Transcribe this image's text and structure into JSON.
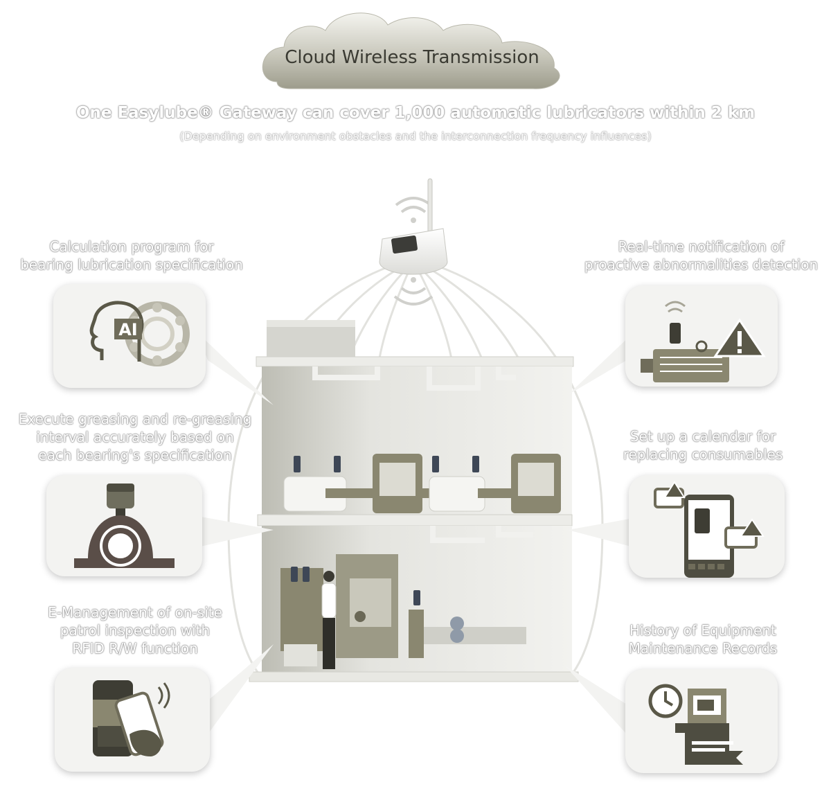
{
  "header": {
    "cloud_title": "Cloud Wireless Transmission",
    "subtitle": "One Easylube® Gateway can cover 1,000 automatic lubricators within 2 km",
    "note": "(Depending on environment obstacles and the interconnection frequency influences)"
  },
  "gateway": {
    "brand": "Easylube",
    "icon": "wifi-router-icon"
  },
  "features": {
    "left": [
      {
        "lines": [
          "Calculation program for",
          "bearing lubrication specification"
        ],
        "icon": "ai-bearing-icon"
      },
      {
        "lines": [
          "Execute greasing and re-greasing",
          "interval accurately based on",
          "each bearing's specification"
        ],
        "icon": "bearing-housing-icon"
      },
      {
        "lines": [
          "E-Management of on-site",
          "patrol inspection with",
          "RFID R/W function"
        ],
        "icon": "rfid-phone-icon"
      }
    ],
    "right": [
      {
        "lines": [
          "Real-time notification of",
          "proactive abnormalities detection"
        ],
        "icon": "warning-motor-icon"
      },
      {
        "lines": [
          "Set up a calendar for",
          "replacing consumables"
        ],
        "icon": "consumables-calendar-icon"
      },
      {
        "lines": [
          "History of Equipment",
          "Maintenance Records"
        ],
        "icon": "maintenance-history-icon"
      }
    ]
  },
  "colors": {
    "olive": "#8a8770",
    "dark": "#4a4840",
    "card_bg": "#f3f3f1",
    "factory_wall": "#dcdcd6"
  }
}
